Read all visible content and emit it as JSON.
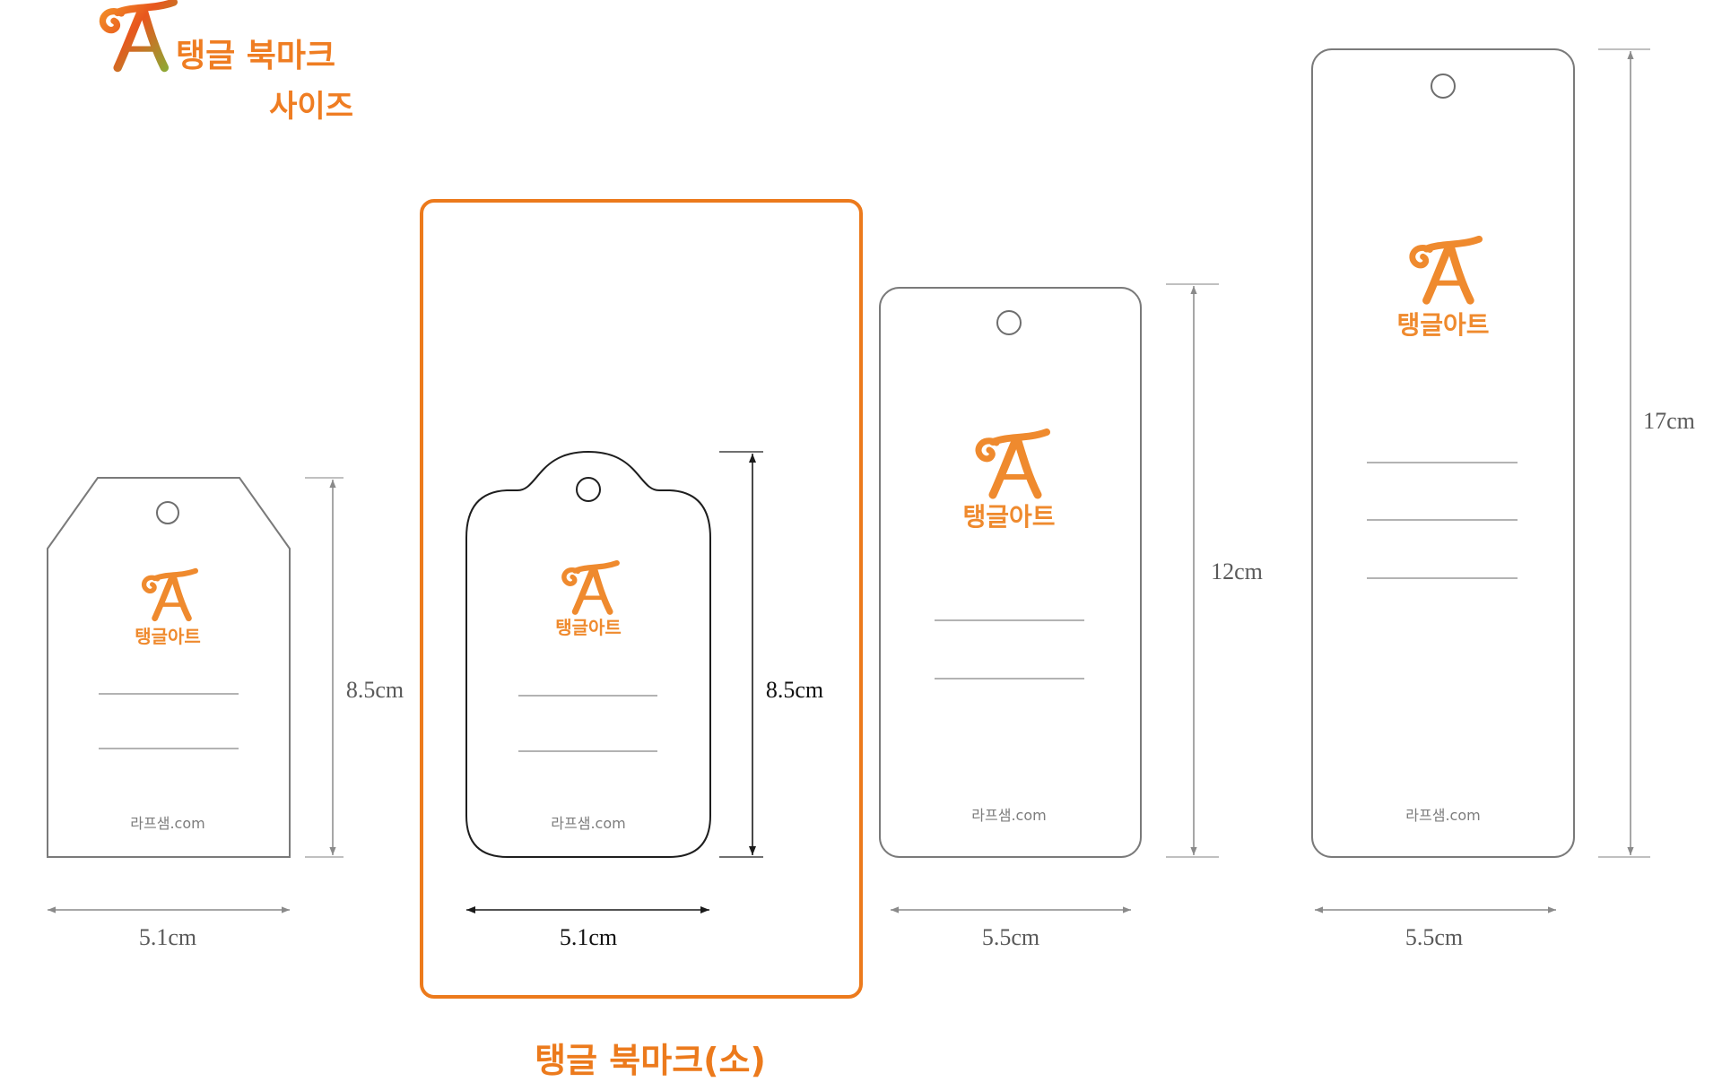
{
  "header": {
    "title": "탱글 북마크",
    "subtitle": "사이즈",
    "logo_icon": "tanggle-art-logo-icon"
  },
  "colors": {
    "accent": "#ec7a1c",
    "logo_orange": "#ef8a2e",
    "card_outline": "#7a7a7a",
    "dimension_gray": "#8a8a8a",
    "dimension_black": "#1a1a1a"
  },
  "bookmarks": [
    {
      "brand": "탱글아트",
      "site": "라프샘.com",
      "width": "5.1cm",
      "height": "8.5cm",
      "highlighted": false
    },
    {
      "brand": "탱글아트",
      "site": "라프샘.com",
      "width": "5.1cm",
      "height": "8.5cm",
      "highlighted": true
    },
    {
      "brand": "탱글아트",
      "site": "라프샘.com",
      "width": "5.5cm",
      "height": "12cm",
      "highlighted": false
    },
    {
      "brand": "탱글아트",
      "site": "라프샘.com",
      "width": "5.5cm",
      "height": "17cm",
      "highlighted": false
    }
  ],
  "highlight": {
    "caption": "탱글 북마크(소)"
  }
}
